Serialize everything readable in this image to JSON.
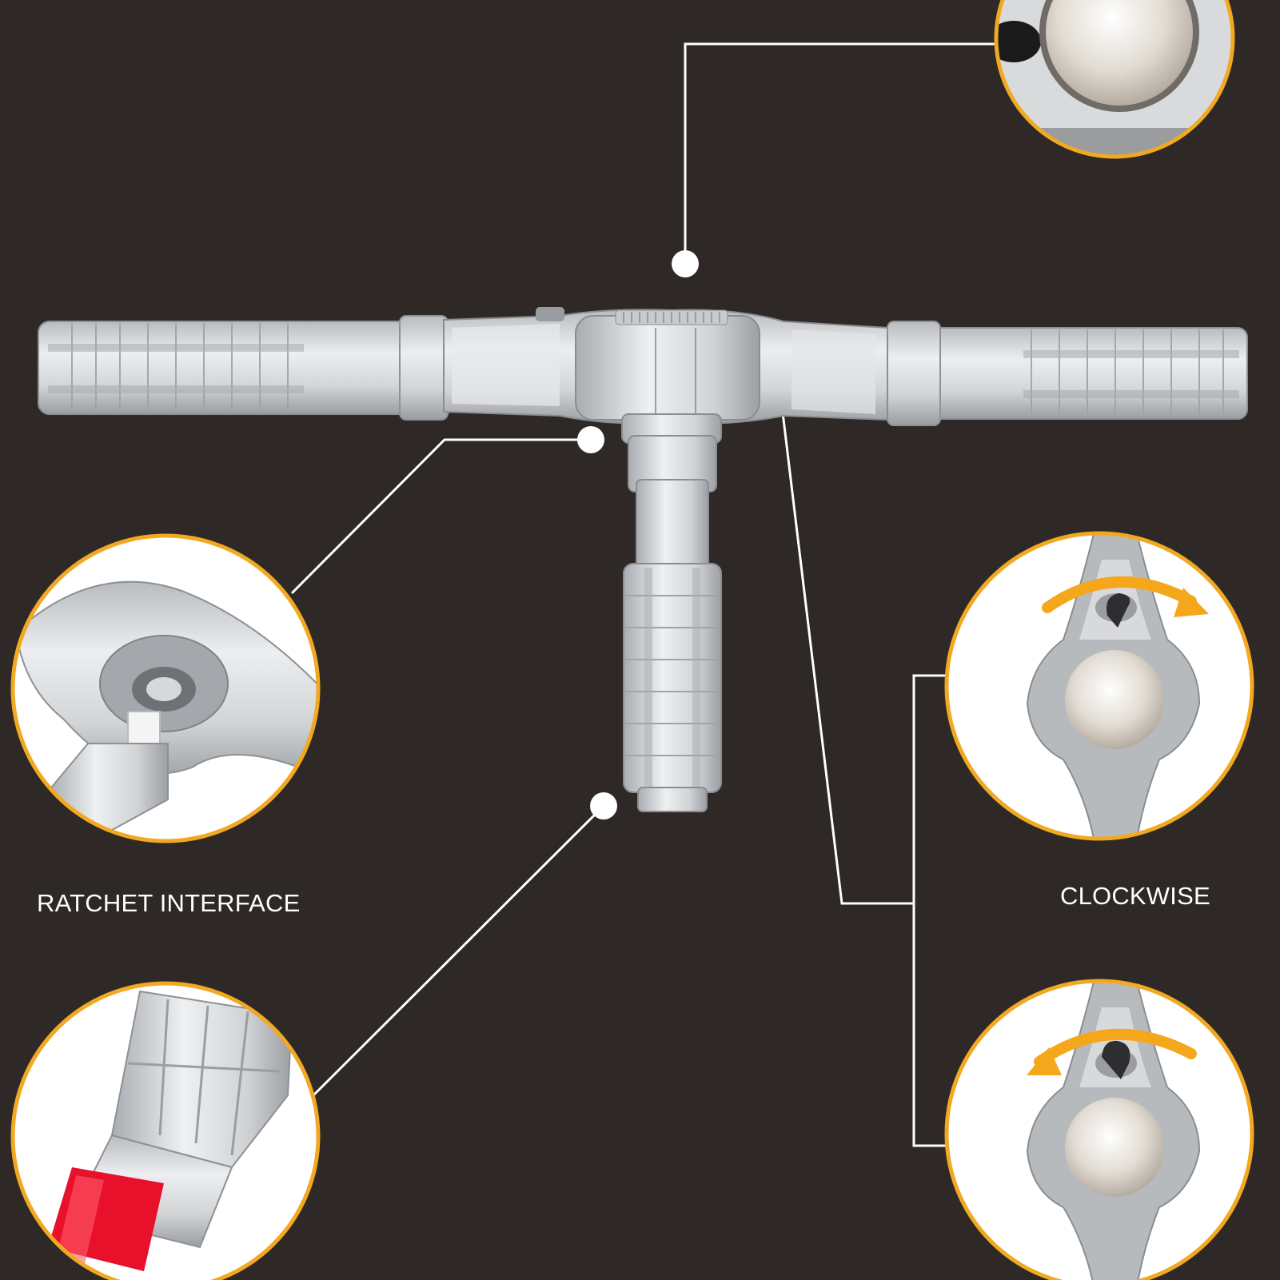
{
  "labels": {
    "ratchet_interface": "RATCHET INTERFACE",
    "clockwise": "CLOCKWISE"
  },
  "colors": {
    "background": "#2e2826",
    "callout_ring": "#f2a922",
    "leader_line": "#ffffff",
    "direction_arrow": "#f5a71c",
    "metal": "#cfd1d3",
    "bit_sleeve": "#e8102a"
  },
  "callouts": [
    {
      "name": "ratchet-dial-detail",
      "depicts": "ratchet selector dial close-up"
    },
    {
      "name": "ratchet-interface-detail",
      "depicts": "ratchet interface close-up"
    },
    {
      "name": "bit-socket-detail",
      "depicts": "bit socket with red sleeve close-up"
    },
    {
      "name": "clockwise-detail",
      "depicts": "ratchet head with clockwise arrow"
    },
    {
      "name": "counterclockwise-detail",
      "depicts": "ratchet head with counterclockwise arrow"
    }
  ]
}
